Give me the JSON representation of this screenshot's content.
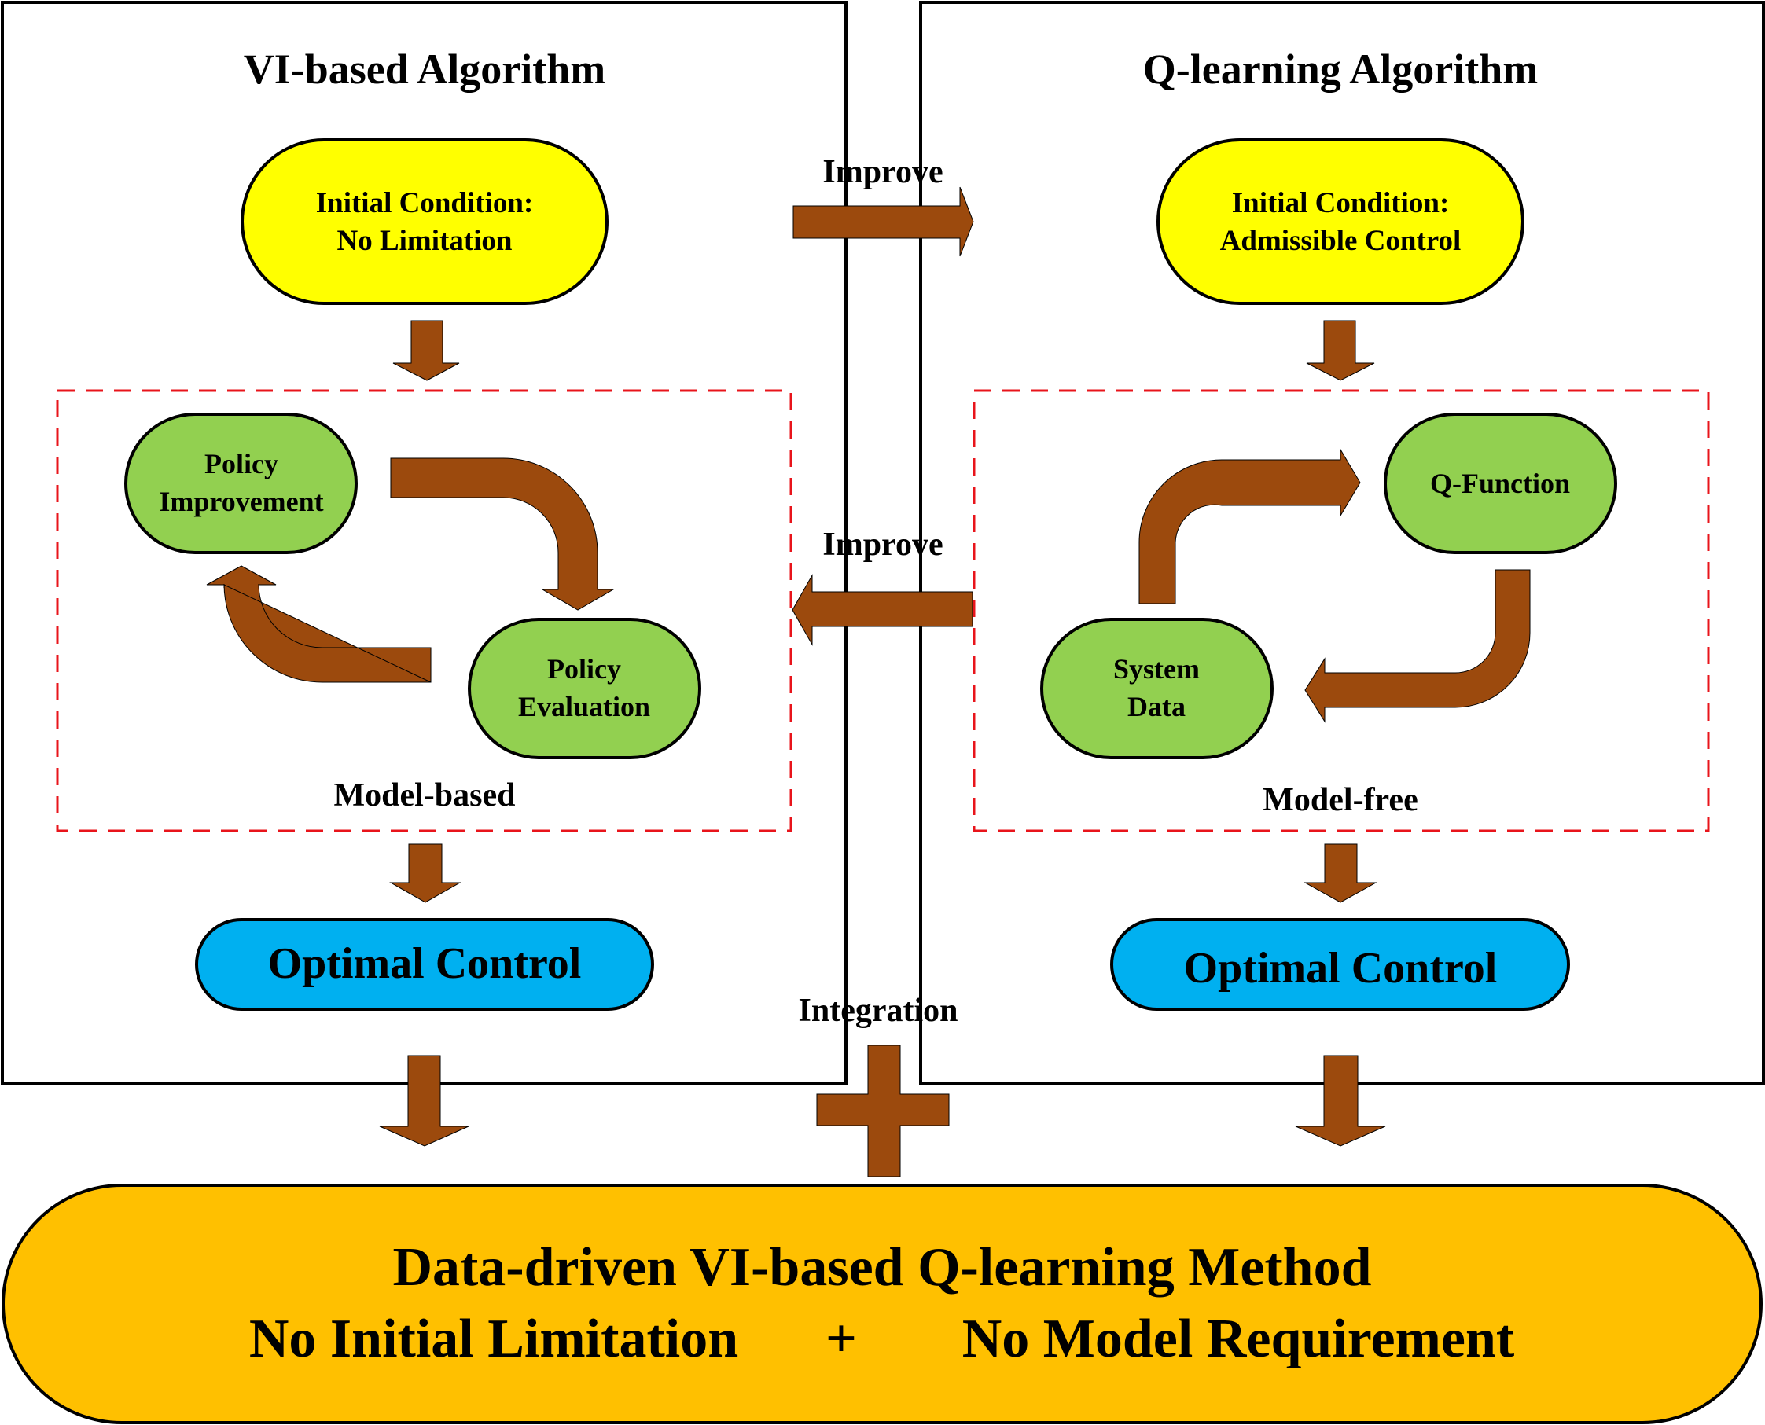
{
  "left_panel": {
    "title": "VI-based Algorithm",
    "initial_condition": [
      "Initial Condition:",
      "No Limitation"
    ],
    "policy_improvement": [
      "Policy",
      "Improvement"
    ],
    "policy_evaluation": [
      "Policy",
      "Evaluation"
    ],
    "region_label": "Model-based",
    "result": "Optimal Control"
  },
  "right_panel": {
    "title": "Q-learning Algorithm",
    "initial_condition": [
      "Initial Condition:",
      "Admissible Control"
    ],
    "q_function": "Q-Function",
    "system_data": [
      "System",
      "Data"
    ],
    "region_label": "Model-free",
    "result": "Optimal Control"
  },
  "connectors": {
    "improve_top": "Improve",
    "improve_middle": "Improve",
    "integration": "Integration"
  },
  "bottom": {
    "line1": "Data-driven VI-based Q-learning Method",
    "line2_left": "No Initial Limitation",
    "line2_plus": "+",
    "line2_right": "No Model Requirement"
  },
  "colors": {
    "arrow": "#9C4A0D",
    "initial_fill": "#FFFF00",
    "process_fill": "#92D050",
    "result_fill": "#00B0F0",
    "bottom_fill": "#FFC000",
    "dashed_border": "#E8141B"
  }
}
